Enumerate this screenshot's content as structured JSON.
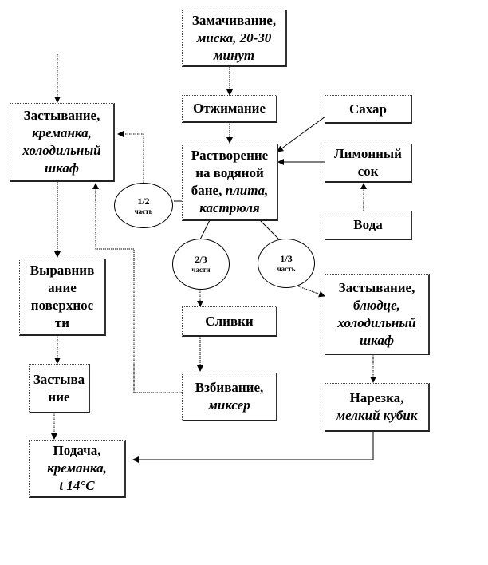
{
  "diagram": {
    "nodes": {
      "soaking": {
        "lines": [
          {
            "text": "Замачивание,",
            "italic": false
          },
          {
            "text": "миска, 20-30",
            "italic": true
          },
          {
            "text": "минут",
            "italic": true
          }
        ]
      },
      "squeezing": {
        "lines": [
          {
            "text": "Отжимание",
            "italic": false
          }
        ]
      },
      "sugar": {
        "lines": [
          {
            "text": "Сахар",
            "italic": false
          }
        ]
      },
      "lemon_juice": {
        "lines": [
          {
            "text": "Лимонный",
            "italic": false
          },
          {
            "text": "сок",
            "italic": false
          }
        ]
      },
      "water": {
        "lines": [
          {
            "text": "Вода",
            "italic": false
          }
        ]
      },
      "dissolving": {
        "lines": [
          {
            "text": "Растворение",
            "italic": false
          },
          {
            "text": "на водяной",
            "italic": false
          },
          {
            "text": "бане, ",
            "italic": false,
            "tail": "плита,"
          },
          {
            "text": "кастрюля",
            "italic": true
          }
        ]
      },
      "setting_bowl": {
        "lines": [
          {
            "text": "Застывание,",
            "italic": false
          },
          {
            "text": "креманка,",
            "italic": true
          },
          {
            "text": "холодильный",
            "italic": true
          },
          {
            "text": "шкаф",
            "italic": true
          }
        ]
      },
      "leveling": {
        "lines": [
          {
            "text": "Выравнив",
            "italic": false
          },
          {
            "text": "ание",
            "italic": false
          },
          {
            "text": "поверхнос",
            "italic": false
          },
          {
            "text": "ти",
            "italic": false
          }
        ]
      },
      "setting2": {
        "lines": [
          {
            "text": "Застыва",
            "italic": false
          },
          {
            "text": "ние",
            "italic": false
          }
        ]
      },
      "serving": {
        "lines": [
          {
            "text": "Подача,",
            "italic": false
          },
          {
            "text": "креманка,",
            "italic": true
          },
          {
            "text": "t 14°C",
            "italic": true
          }
        ]
      },
      "cream": {
        "lines": [
          {
            "text": "Сливки",
            "italic": false
          }
        ]
      },
      "whipping": {
        "lines": [
          {
            "text": "Взбивание,",
            "italic": false
          },
          {
            "text": "миксер",
            "italic": true
          }
        ]
      },
      "setting_saucer": {
        "lines": [
          {
            "text": "Застывание,",
            "italic": false
          },
          {
            "text": "блюдце,",
            "italic": true
          },
          {
            "text": "холодильный",
            "italic": true
          },
          {
            "text": "шкаф",
            "italic": true
          }
        ]
      },
      "cutting": {
        "lines": [
          {
            "text": "Нарезка,",
            "italic": false
          },
          {
            "text": "мелкий кубик",
            "italic": true
          }
        ]
      }
    },
    "portions": {
      "half": {
        "fraction": "1/2",
        "word": "часть"
      },
      "two_thirds": {
        "fraction": "2/3",
        "word": "части"
      },
      "one_third": {
        "fraction": "1/3",
        "word": "часть"
      }
    }
  }
}
